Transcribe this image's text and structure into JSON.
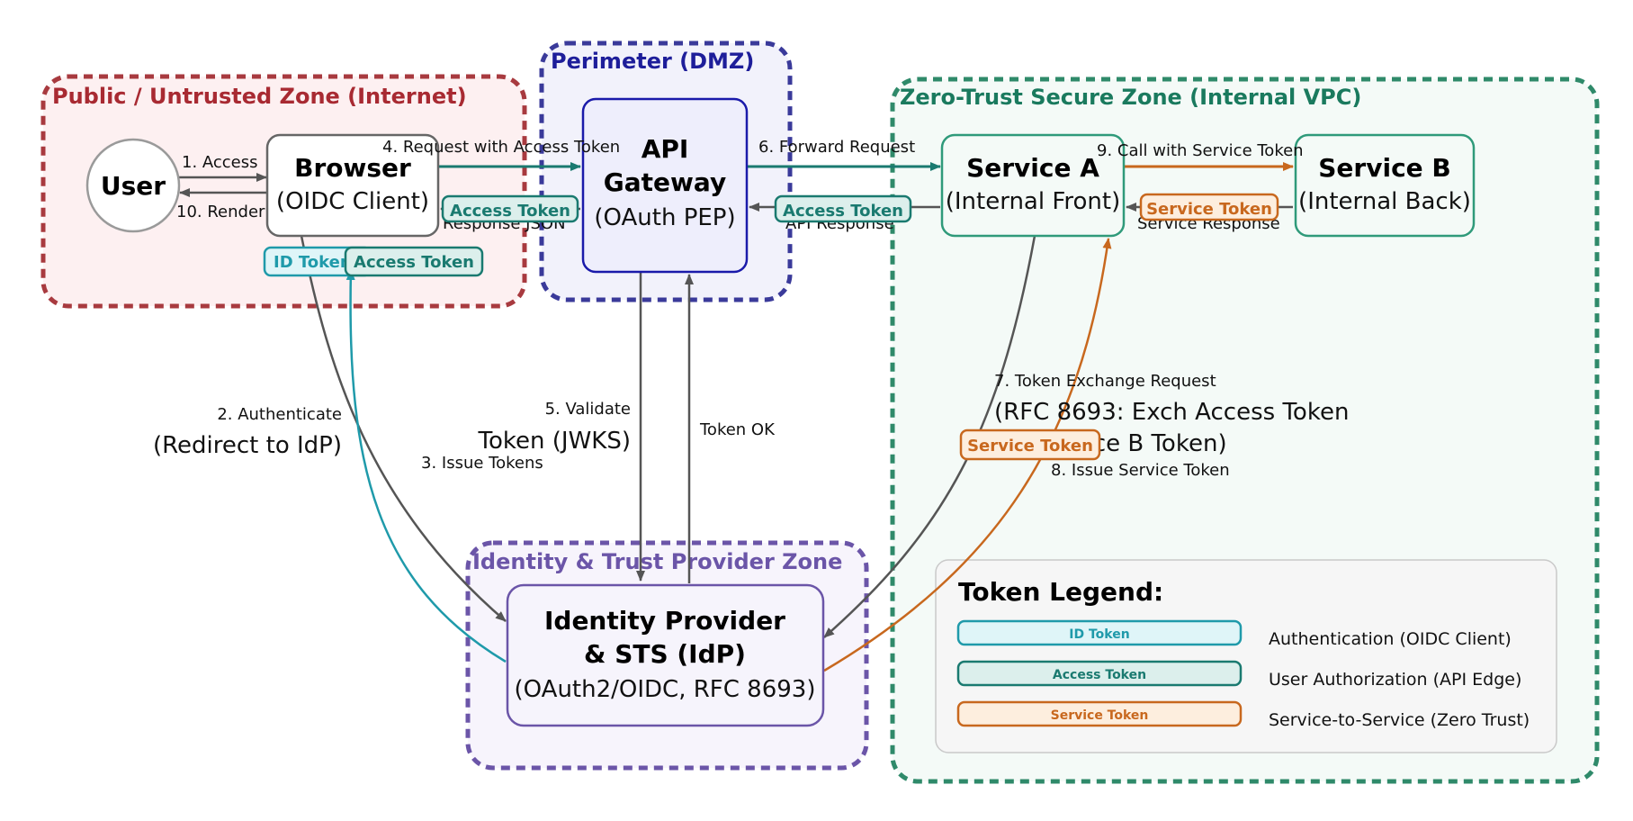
{
  "zones": {
    "public": "Public / Untrusted Zone (Internet)",
    "dmz": "Perimeter (DMZ)",
    "zerotrust": "Zero-Trust Secure Zone (Internal VPC)",
    "identity": "Identity & Trust Provider Zone"
  },
  "nodes": {
    "user": {
      "title": "User"
    },
    "browser": {
      "title": "Browser",
      "sub": "(OIDC Client)"
    },
    "gateway": {
      "title1": "API",
      "title2": "Gateway",
      "sub": "(OAuth PEP)"
    },
    "serviceA": {
      "title": "Service A",
      "sub": "(Internal Front)"
    },
    "serviceB": {
      "title": "Service B",
      "sub": "(Internal Back)"
    },
    "idp": {
      "title1": "Identity Provider",
      "title2": "& STS (IdP)",
      "sub": "(OAuth2/OIDC, RFC 8693)"
    }
  },
  "flows": {
    "access": "1. Access",
    "render": "10. Render",
    "request": "4. Request with Access Token",
    "response_json": "Response JSON",
    "forward": "6. Forward Request",
    "api_response": "API Response",
    "call_service": "9. Call with Service Token",
    "service_response": "Service Response",
    "authenticate": "2. Authenticate",
    "redirect": "(Redirect to IdP)",
    "issue_tokens": "3. Issue Tokens",
    "validate": "5. Validate",
    "validate_jwks": "Token (JWKS)",
    "token_ok": "Token OK",
    "exchange_req": "7. Token Exchange Request",
    "exchange_detail1": "(RFC 8693: Exch Access Token",
    "exchange_detail2": "for Service B Token)",
    "issue_service": "8. Issue Service Token"
  },
  "tokens": {
    "id": "ID Token",
    "access": "Access Token",
    "service": "Service Token"
  },
  "legend": {
    "title": "Token Legend:",
    "items": [
      {
        "token": "ID Token",
        "desc": "Authentication (OIDC Client)"
      },
      {
        "token": "Access Token",
        "desc": "User Authorization (API Edge)"
      },
      {
        "token": "Service Token",
        "desc": "Service-to-Service (Zero Trust)"
      }
    ]
  },
  "colors": {
    "public": "#a83a3f",
    "dmz": "#3a3a9a",
    "zerotrust": "#2f8a6a",
    "identity": "#6b55a8",
    "id_token": "#1f9aaa",
    "access_token": "#1a7a70",
    "service_token": "#c8681e"
  }
}
